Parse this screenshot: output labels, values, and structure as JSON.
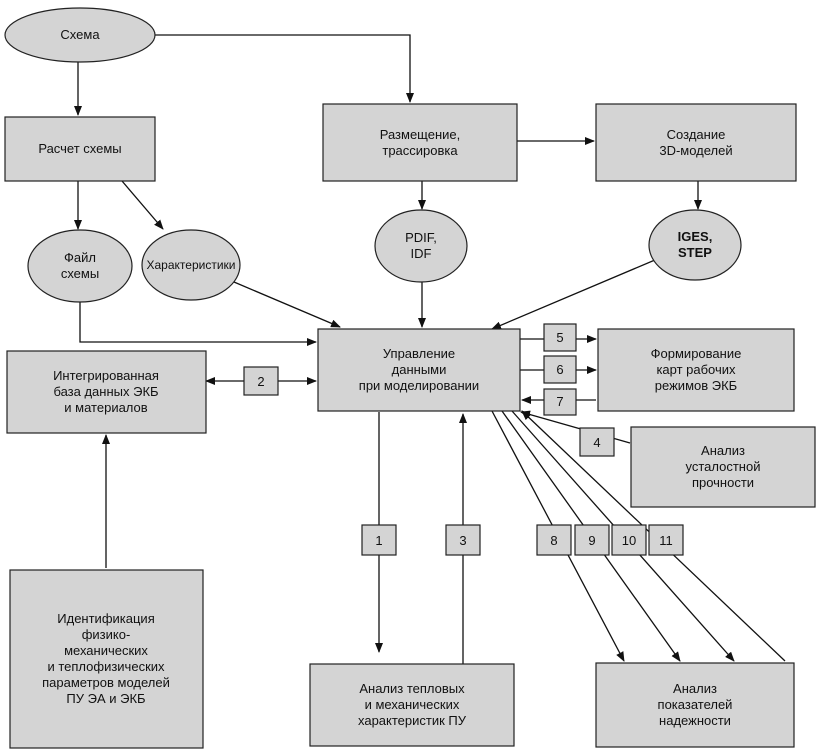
{
  "nodes": {
    "schema": [
      "Схема"
    ],
    "calc": [
      "Расчет схемы"
    ],
    "placement": [
      "Размещение,",
      "трассировка"
    ],
    "create3d": [
      "Создание",
      "3D-моделей"
    ],
    "file": [
      "Файл",
      "схемы"
    ],
    "chars": [
      "Характеристики"
    ],
    "pdif": [
      "PDIF,",
      "IDF"
    ],
    "iges": [
      "IGES,",
      "STEP"
    ],
    "db": [
      "Интегрированная",
      "база данных ЭКБ",
      "и материалов"
    ],
    "mgmt": [
      "Управление",
      "данными",
      "при моделировании"
    ],
    "maps": [
      "Формирование",
      "карт рабочих",
      "режимов ЭКБ"
    ],
    "fatigue": [
      "Анализ",
      "усталостной",
      "прочности"
    ],
    "ident": [
      "Идентификация",
      "физико-",
      "механических",
      "и теплофизических",
      "параметров моделей",
      "ПУ ЭА и ЭКБ"
    ],
    "thermal": [
      "Анализ тепловых",
      "и механических",
      "характеристик ПУ"
    ],
    "reliab": [
      "Анализ",
      "показателей",
      "надежности"
    ]
  },
  "badges": {
    "b1": "1",
    "b2": "2",
    "b3": "3",
    "b4": "4",
    "b5": "5",
    "b6": "6",
    "b7": "7",
    "b8": "8",
    "b9": "9",
    "b10": "10",
    "b11": "11"
  }
}
